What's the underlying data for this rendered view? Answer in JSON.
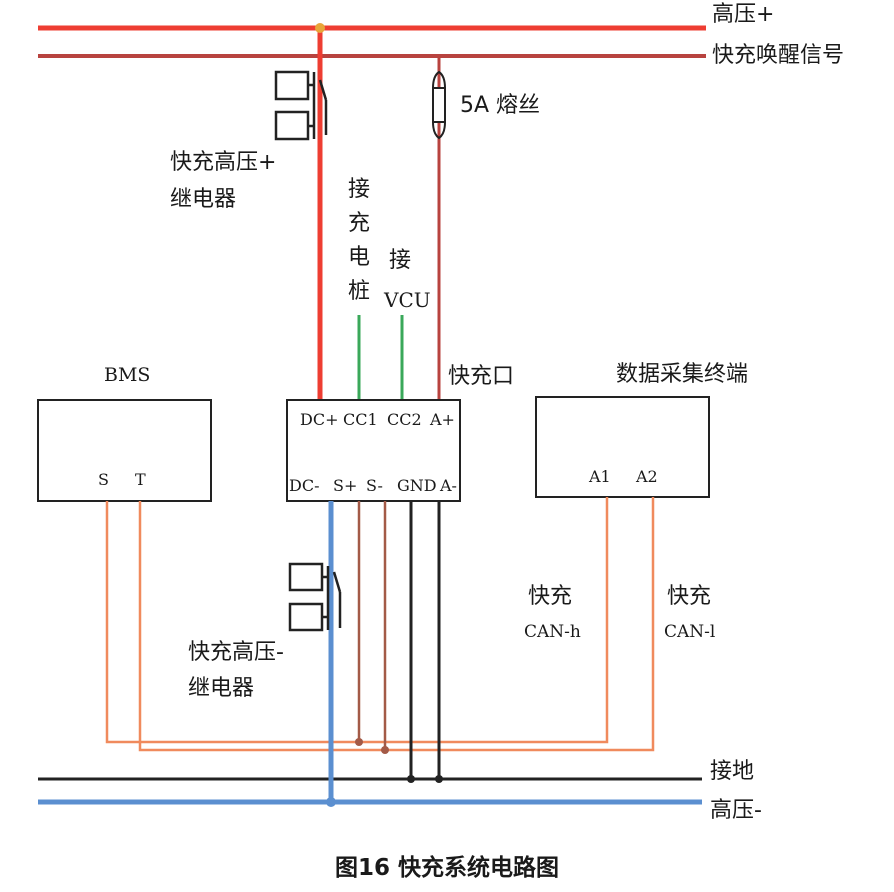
{
  "buses": {
    "hv_plus": "高压+",
    "wake_signal": "快充唤醒信号",
    "ground": "接地",
    "hv_minus": "高压-"
  },
  "fuse": {
    "label": "5A 熔丝"
  },
  "relay_plus": {
    "line1": "快充高压+",
    "line2": "继电器"
  },
  "relay_minus": {
    "line1": "快充高压-",
    "line2": "继电器"
  },
  "cc1_note": [
    "接",
    "充",
    "电",
    "桩"
  ],
  "cc2_note": {
    "char": "接",
    "text": "VCU"
  },
  "bms": {
    "title": "BMS",
    "pins": [
      "S",
      "T"
    ]
  },
  "port": {
    "title": "快充口",
    "top_pins": [
      "DC+",
      "CC1",
      "CC2",
      "A+"
    ],
    "bottom_pins": [
      "DC-",
      "S+",
      "S-",
      "GND",
      "A-"
    ]
  },
  "daq": {
    "title": "数据采集终端",
    "pins": [
      "A1",
      "A2"
    ]
  },
  "can_h": {
    "line1": "快充",
    "line2": "CAN-h"
  },
  "can_l": {
    "line1": "快充",
    "line2": "CAN-l"
  },
  "caption": "图16 快充系统电路图",
  "colors": {
    "hv_plus": "#ee3d32",
    "wake": "#b8433f",
    "green": "#3aa85a",
    "blue": "#5b8fd0",
    "orange": "#f08a5d",
    "brown": "#a35a47",
    "black": "#222222"
  }
}
